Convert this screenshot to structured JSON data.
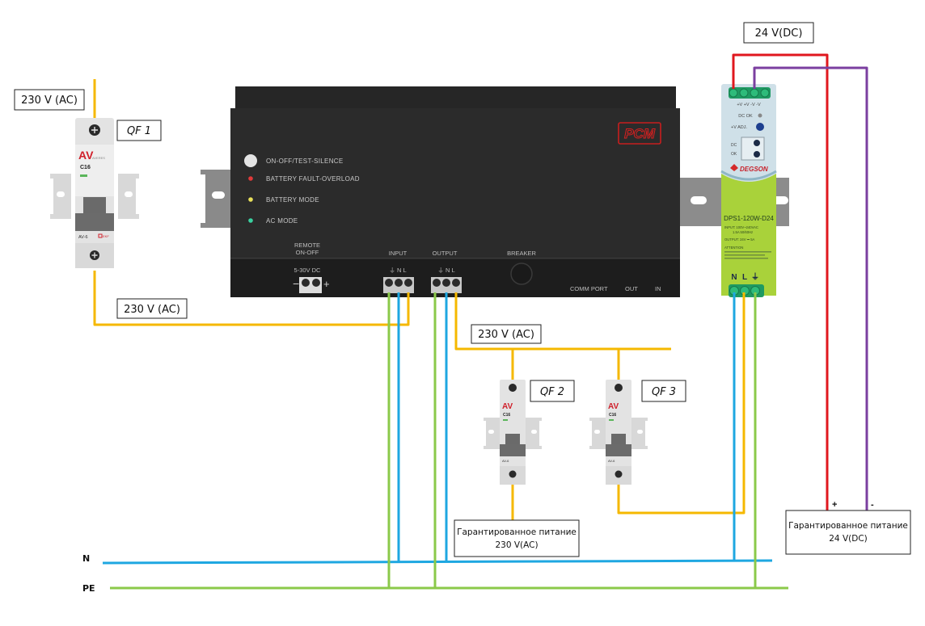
{
  "diagram": {
    "title": "UPS wiring diagram",
    "wire_colors": {
      "phase": "#f5b800",
      "neutral": "#1ea7e1",
      "pe": "#8bc94a",
      "dc_plus": "#e0171e",
      "dc_minus": "#7b3fa0"
    },
    "labels": {
      "input_ac": "230 V (AC)",
      "ups_to_qf1": "230 V (AC)",
      "output_ac": "230 V (AC)",
      "dc_out": "24 V(DC)",
      "qf1": "QF 1",
      "qf2": "QF 2",
      "qf3": "QF 3",
      "guaranteed_ac_line1": "Гарантированное питание",
      "guaranteed_ac_line2": "230 V(AC)",
      "guaranteed_dc_line1": "Гарантированное питание",
      "guaranteed_dc_line2": "24 V(DC)",
      "plus": "+",
      "minus": "-",
      "bus_n": "N",
      "bus_pe": "PE"
    },
    "breaker": {
      "brand": "AV",
      "brand_sub": "AVERES",
      "rating": "C16",
      "model": "AV-6",
      "maker": "EKF"
    },
    "ups": {
      "logo": "PCM",
      "indicators": [
        {
          "label": "ON-OFF/TEST-SILENCE",
          "color": "#e6e6e6"
        },
        {
          "label": "BATTERY FAULT-OVERLOAD",
          "color": "#e03a3a"
        },
        {
          "label": "BATTERY MODE",
          "color": "#e8e05a"
        },
        {
          "label": "AC MODE",
          "color": "#3ad1a0"
        }
      ],
      "remote_label_1": "REMOTE",
      "remote_label_2": "ON-OFF",
      "remote_voltage": "5-30V  DC",
      "remote_minus": "−",
      "remote_plus": "+",
      "input_label": "INPUT",
      "output_label": "OUTPUT",
      "terminal_letters": "⏚ N  L",
      "breaker_label": "BREAKER",
      "comm_port": "COMM  PORT",
      "out": "OUT",
      "in": "IN"
    },
    "psu": {
      "brand": "DEGSON",
      "model": "DPS1-120W-D24",
      "top_terminals": "+V  +V  -V  -V",
      "dc_ok": "DC OK",
      "v_adj": "+V ADJ.",
      "dc_ok_dip": "DC\nOK",
      "spec_1": "INPUT: 100V~240VAC",
      "spec_2": "1.5A 50/60Hz",
      "spec_3": "OUTPUT: 24V ⎓ 5A",
      "spec_4": "ATTENTION",
      "bottom_n": "N",
      "bottom_l": "L",
      "bottom_pe": "⏚"
    }
  }
}
